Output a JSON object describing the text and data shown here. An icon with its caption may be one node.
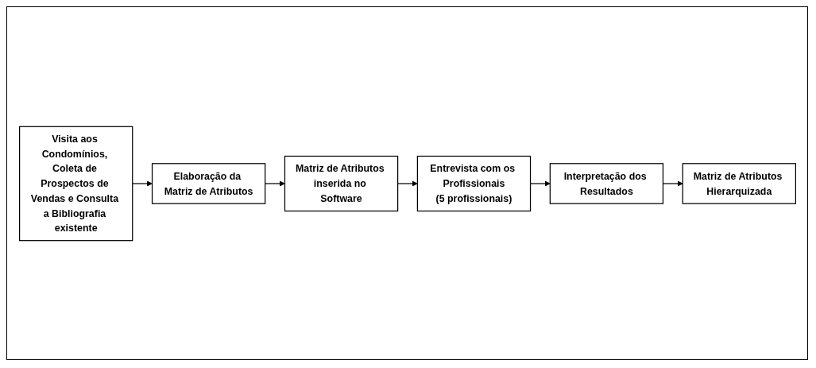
{
  "diagram": {
    "nodes": [
      {
        "text": [
          "Visita aos Condomínios, Coleta de Prospectos de Vendas e Consulta a Bibliografia existente"
        ]
      },
      {
        "text": [
          "Elaboração da Matriz de Atributos"
        ]
      },
      {
        "text": [
          "Matriz de Atributos inserida no Software"
        ]
      },
      {
        "text": [
          "Entrevista com os Profissionais",
          "(5 profissionais)"
        ]
      },
      {
        "text": [
          "Interpretação dos Resultados"
        ]
      },
      {
        "text": [
          "Matriz de Atributos Hierarquizada"
        ]
      }
    ],
    "edges": [
      {
        "from": 0,
        "to": 1,
        "arrow": "to"
      },
      {
        "from": 1,
        "to": 2,
        "arrow": "to"
      },
      {
        "from": 2,
        "to": 3,
        "arrow": "to"
      },
      {
        "from": 3,
        "to": 4,
        "arrow": "to"
      },
      {
        "from": 4,
        "to": 5,
        "arrow": "to"
      }
    ]
  }
}
